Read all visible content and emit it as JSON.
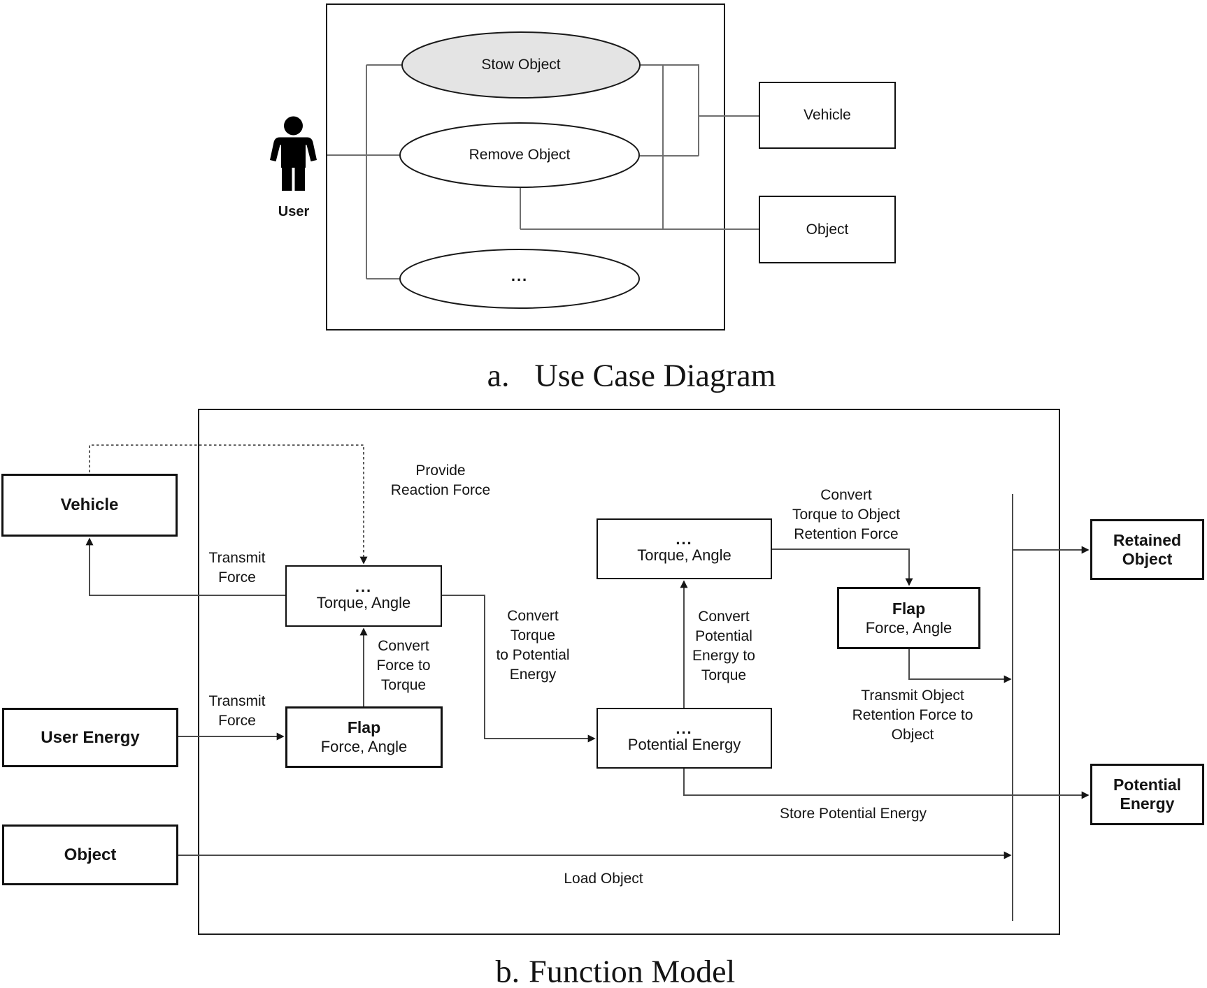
{
  "colors": {
    "stow-fill": "#e4e4e4",
    "line": "#4b4b4b",
    "uc-line": "#6f6f6f",
    "border": "#111111",
    "text": "#141414"
  },
  "use_case": {
    "caption_prefix": "a.",
    "caption_title": "Use Case Diagram",
    "actor_label": "User",
    "ellipse_stow": "Stow Object",
    "ellipse_remove": "Remove Object",
    "ellipse_more": "...",
    "box_vehicle": "Vehicle",
    "box_object": "Object"
  },
  "function_model": {
    "caption_prefix": "b.",
    "caption_title": "Function Model",
    "ext_vehicle": "Vehicle",
    "ext_user_energy": "User Energy",
    "ext_object": "Object",
    "ext_retained_object": "Retained\nObject",
    "ext_potential_energy": "Potential\nEnergy",
    "torque1_dots": "...",
    "torque1_label": "Torque, Angle",
    "flap1_title": "Flap",
    "flap1_label": "Force, Angle",
    "torque2_dots": "...",
    "torque2_label": "Torque, Angle",
    "pe_dots": "...",
    "pe_label": "Potential Energy",
    "flap2_title": "Flap",
    "flap2_label": "Force, Angle",
    "lbl_provide_reaction": "Provide\nReaction Force",
    "lbl_transmit_force_1": "Transmit\nForce",
    "lbl_transmit_force_2": "Transmit\nForce",
    "lbl_convert_force_torque": "Convert\nForce to\nTorque",
    "lbl_convert_torque_pe": "Convert\nTorque\nto Potential\nEnergy",
    "lbl_convert_pe_torque": "Convert\nPotential\nEnergy to\nTorque",
    "lbl_convert_torque_orf": "Convert\nTorque to Object\nRetention Force",
    "lbl_transmit_orf": "Transmit Object\nRetention Force to\nObject",
    "lbl_store_pe": "Store Potential Energy",
    "lbl_load_object": "Load Object"
  }
}
